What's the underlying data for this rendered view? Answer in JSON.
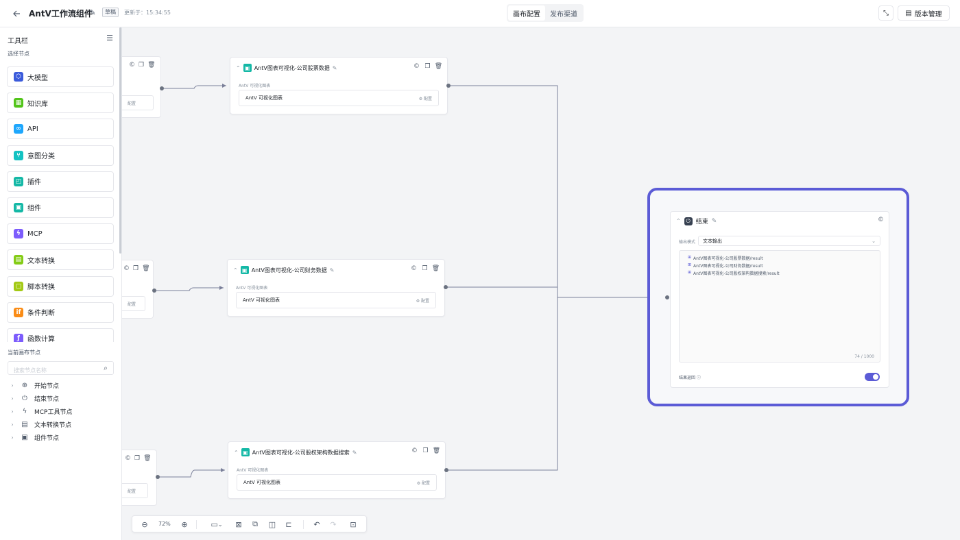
{
  "header": {
    "title": "AntV工作流组件",
    "badge": "草稿",
    "updated": "更新于：15:34:55",
    "tabs": [
      {
        "label": "画布配置"
      },
      {
        "label": "发布渠道"
      }
    ],
    "version_label": "版本管理"
  },
  "sidebar": {
    "title": "工具栏",
    "select_label": "选择节点",
    "tools": [
      {
        "label": "大模型",
        "icon": "cube-icon",
        "color": "#3b5bdb"
      },
      {
        "label": "知识库",
        "icon": "book-icon",
        "color": "#52c41a"
      },
      {
        "label": "API",
        "icon": "link-icon",
        "color": "#1ea7fd"
      },
      {
        "label": "意图分类",
        "icon": "branch-icon",
        "color": "#13c2c2"
      },
      {
        "label": "插件",
        "icon": "plugin-icon",
        "color": "#14b8a6"
      },
      {
        "label": "组件",
        "icon": "component-icon",
        "color": "#14b8a6"
      },
      {
        "label": "MCP",
        "icon": "bolt-icon",
        "color": "#7c5cfc"
      },
      {
        "label": "文本转换",
        "icon": "text-icon",
        "color": "#84cc16"
      },
      {
        "label": "脚本转换",
        "icon": "script-icon",
        "color": "#a3c914"
      },
      {
        "label": "条件判断",
        "icon": "if-icon",
        "glyph": "if",
        "color": "#fa8c16"
      },
      {
        "label": "函数计算",
        "icon": "function-icon",
        "color": "#7c5cfc"
      }
    ],
    "canvas_nodes_label": "当前画布节点",
    "search_placeholder": "搜索节点名称",
    "tree": [
      {
        "label": "开始节点",
        "icon": "start-icon"
      },
      {
        "label": "结束节点",
        "icon": "power-icon"
      },
      {
        "label": "MCP工具节点",
        "icon": "bolt-icon"
      },
      {
        "label": "文本转换节点",
        "icon": "text-icon"
      },
      {
        "label": "组件节点",
        "icon": "component-icon"
      }
    ]
  },
  "nodes": [
    {
      "title": "AntV图表可视化-公司股票数据",
      "field_label": "AntV 可视化图表",
      "field_value": "AntV 可视化图表",
      "config": "配置"
    },
    {
      "title": "AntV图表可视化-公司财务数据",
      "field_label": "AntV 可视化图表",
      "field_value": "AntV 可视化图表",
      "config": "配置"
    },
    {
      "title": "AntV图表可视化-公司股权架构数据搜索",
      "field_label": "AntV 可视化图表",
      "field_value": "AntV 可视化图表",
      "config": "配置"
    }
  ],
  "partial_nodes": [
    {
      "config": "配置"
    },
    {
      "config": "配置"
    },
    {
      "config": "配置"
    }
  ],
  "end_node": {
    "title": "结束",
    "output_mode_label": "输出模式",
    "output_mode_value": "文本输出",
    "vars": [
      {
        "text": "AntV图表可视化-公司股票数据/result"
      },
      {
        "text": "AntV图表可视化-公司财务数据/result"
      },
      {
        "text": "AntV图表可视化-公司股权架构数据搜索/result"
      }
    ],
    "char_count": "74 / 1000",
    "return_label": "结果返回",
    "return_enabled": true,
    "accent": "#5b5bd6"
  },
  "toolbar": {
    "zoom": "72%"
  }
}
